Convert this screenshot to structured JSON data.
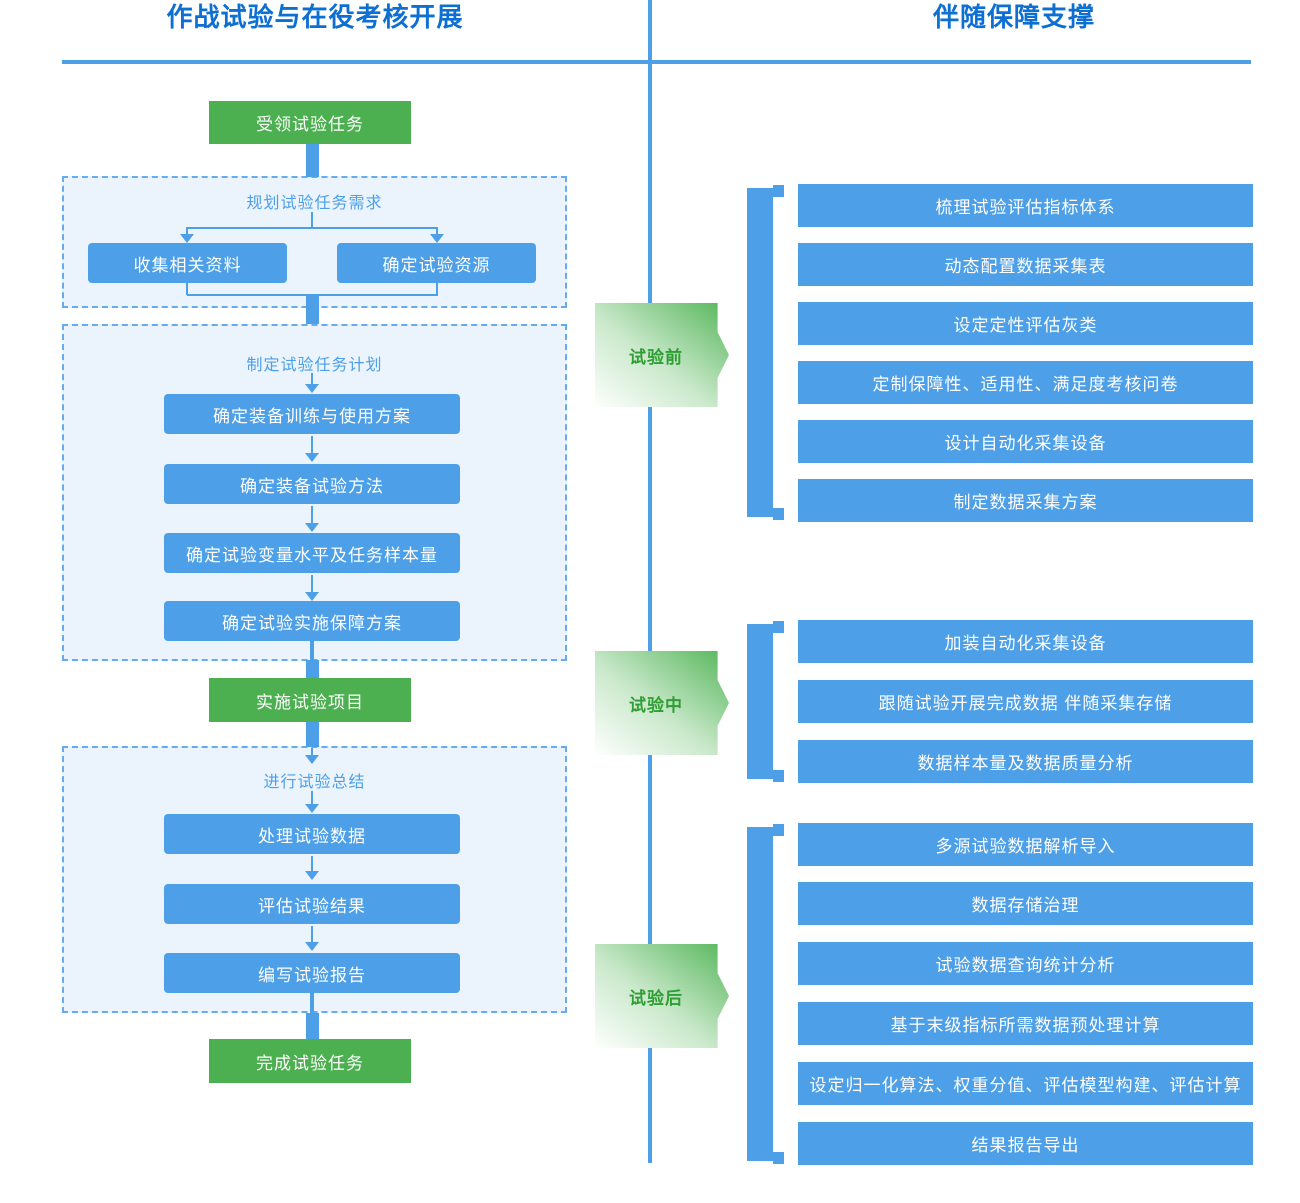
{
  "colors": {
    "accent_blue": "#4D9FE8",
    "header_blue": "#0D6FD2",
    "box_green": "#4CAF50",
    "tag_green_text": "#2F9E33",
    "panel_fill": "#EBF4FD",
    "panel_border": "#66ABF0"
  },
  "headers": {
    "left": "作战试验与在役考核开展",
    "right": "伴随保障支撑"
  },
  "flow": {
    "start": "受领试验任务",
    "plan": {
      "title": "规划试验任务需求",
      "left_box": "收集相关资料",
      "right_box": "确定试验资源"
    },
    "make_plan": {
      "title": "制定试验任务计划",
      "steps": [
        "确定装备训练与使用方案",
        "确定装备试验方法",
        "确定试验变量水平及任务样本量",
        "确定试验实施保障方案"
      ]
    },
    "implement": "实施试验项目",
    "summary": {
      "title": "进行试验总结",
      "steps": [
        "处理试验数据",
        "评估试验结果",
        "编写试验报告"
      ]
    },
    "finish": "完成试验任务"
  },
  "support": {
    "groups": [
      {
        "label": "试验前",
        "items": [
          "梳理试验评估指标体系",
          "动态配置数据采集表",
          "设定定性评估灰类",
          "定制保障性、适用性、满足度考核问卷",
          "设计自动化采集设备",
          "制定数据采集方案"
        ]
      },
      {
        "label": "试验中",
        "items": [
          "加装自动化采集设备",
          "跟随试验开展完成数据 伴随采集存储",
          "数据样本量及数据质量分析"
        ]
      },
      {
        "label": "试验后",
        "items": [
          "多源试验数据解析导入",
          "数据存储治理",
          "试验数据查询统计分析",
          "基于末级指标所需数据预处理计算",
          "设定归一化算法、权重分值、评估模型构建、评估计算",
          "结果报告导出"
        ]
      }
    ]
  }
}
